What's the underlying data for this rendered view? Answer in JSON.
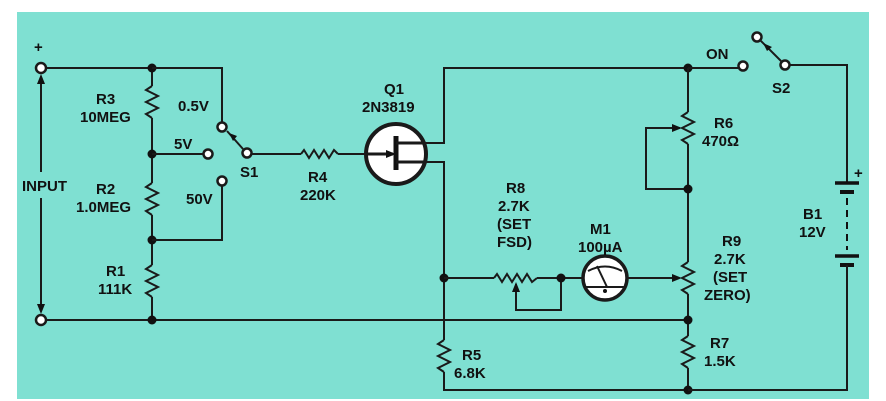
{
  "background_color": "#7fe0d2",
  "input": {
    "label": "INPUT",
    "plus": "+"
  },
  "components": {
    "R3": {
      "name": "R3",
      "value": "10MEG"
    },
    "R2": {
      "name": "R2",
      "value": "1.0MEG"
    },
    "R1": {
      "name": "R1",
      "value": "111K"
    },
    "S1": {
      "name": "S1",
      "positions": [
        "0.5V",
        "5V",
        "50V"
      ]
    },
    "R4": {
      "name": "R4",
      "value": "220K"
    },
    "Q1": {
      "name": "Q1",
      "value": "2N3819"
    },
    "R8": {
      "name": "R8",
      "value": "2.7K",
      "note1": "(SET",
      "note2": "FSD)"
    },
    "M1": {
      "name": "M1",
      "value": "100µA"
    },
    "R6": {
      "name": "R6",
      "value": "470Ω"
    },
    "R9": {
      "name": "R9",
      "value": "2.7K",
      "note1": "(SET",
      "note2": "ZERO)"
    },
    "R7": {
      "name": "R7",
      "value": "1.5K"
    },
    "R5": {
      "name": "R5",
      "value": "6.8K"
    },
    "S2": {
      "name": "S2",
      "on_label": "ON"
    },
    "B1": {
      "name": "B1",
      "value": "12V",
      "plus": "+"
    }
  }
}
